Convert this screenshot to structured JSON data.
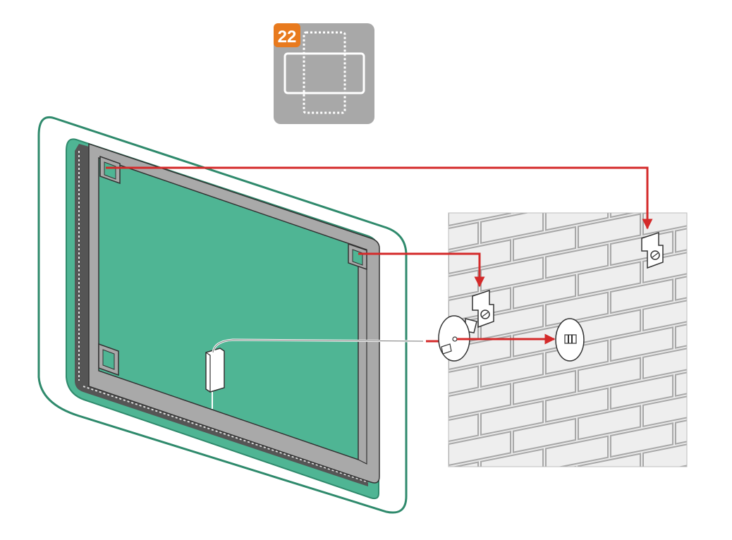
{
  "step_badge": {
    "number": "22",
    "icon": "landscape-portrait-orientation-icon"
  },
  "colors": {
    "mirror_green": "#4fb594",
    "mirror_outline": "#2f8a6c",
    "frame_gray": "#a9a9a9",
    "badge_gray": "#a8a8a8",
    "badge_orange": "#e87a1e",
    "arrow_red": "#d42a2a",
    "brick_fill": "#e8e8e8",
    "mortar": "#a8a8a8"
  },
  "parts": {
    "mirror": "mirror-panel",
    "wall": "brick-wall",
    "brackets": [
      "mounting-bracket-top-right",
      "mounting-bracket-center"
    ],
    "power": [
      "power-cable",
      "driver-box",
      "junction-box-cover",
      "wall-socket"
    ]
  }
}
